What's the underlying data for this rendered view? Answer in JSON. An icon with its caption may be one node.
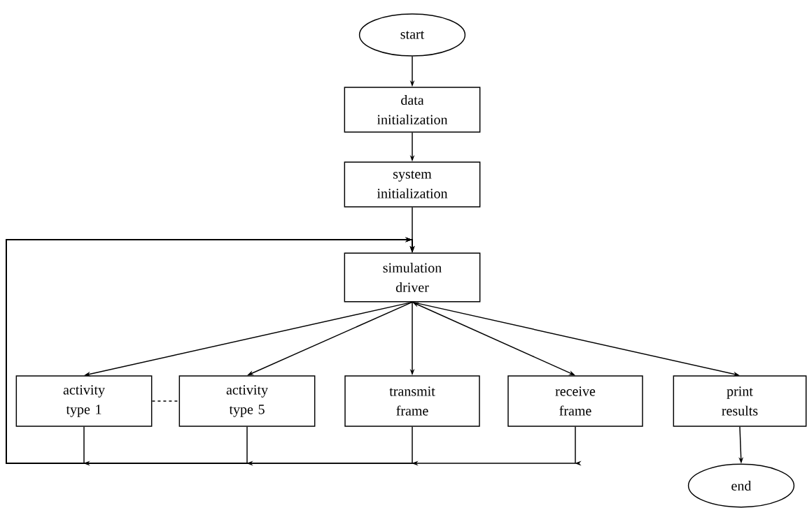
{
  "diagram": {
    "nodes": [
      {
        "text": [
          "start"
        ]
      },
      {
        "text": [
          "data initialization"
        ]
      },
      {
        "text": [
          "system initialization"
        ]
      },
      {
        "text": [
          "simulation driver"
        ]
      },
      {
        "text": [
          "activity type 1"
        ]
      },
      {
        "text": [
          "activity type 5"
        ]
      },
      {
        "text": [
          "transmit frame"
        ]
      },
      {
        "text": [
          "receive frame"
        ]
      },
      {
        "text": [
          "print results"
        ]
      },
      {
        "text": [
          "end"
        ]
      }
    ],
    "edges": [
      {
        "from": 0,
        "to": 1,
        "arrow": "to"
      },
      {
        "from": 1,
        "to": 2,
        "arrow": "to"
      },
      {
        "from": 2,
        "to": 3,
        "arrow": "to"
      },
      {
        "from": 3,
        "to": 4,
        "arrow": "to"
      },
      {
        "from": 3,
        "to": 5,
        "arrow": "to"
      },
      {
        "from": 3,
        "to": 6,
        "arrow": "to"
      },
      {
        "from": 3,
        "to": 7,
        "arrow": "both"
      },
      {
        "from": 3,
        "to": 8,
        "arrow": "to"
      },
      {
        "from": 8,
        "to": 9,
        "arrow": "to"
      },
      {
        "from": 4,
        "to": 5,
        "arrow": "none",
        "style": "dashed"
      },
      {
        "from": 4,
        "to": 3,
        "arrow": "to"
      },
      {
        "from": 5,
        "to": 3,
        "arrow": "to"
      },
      {
        "from": 6,
        "to": 3,
        "arrow": "to"
      },
      {
        "from": 7,
        "to": 3,
        "arrow": "to"
      }
    ]
  }
}
